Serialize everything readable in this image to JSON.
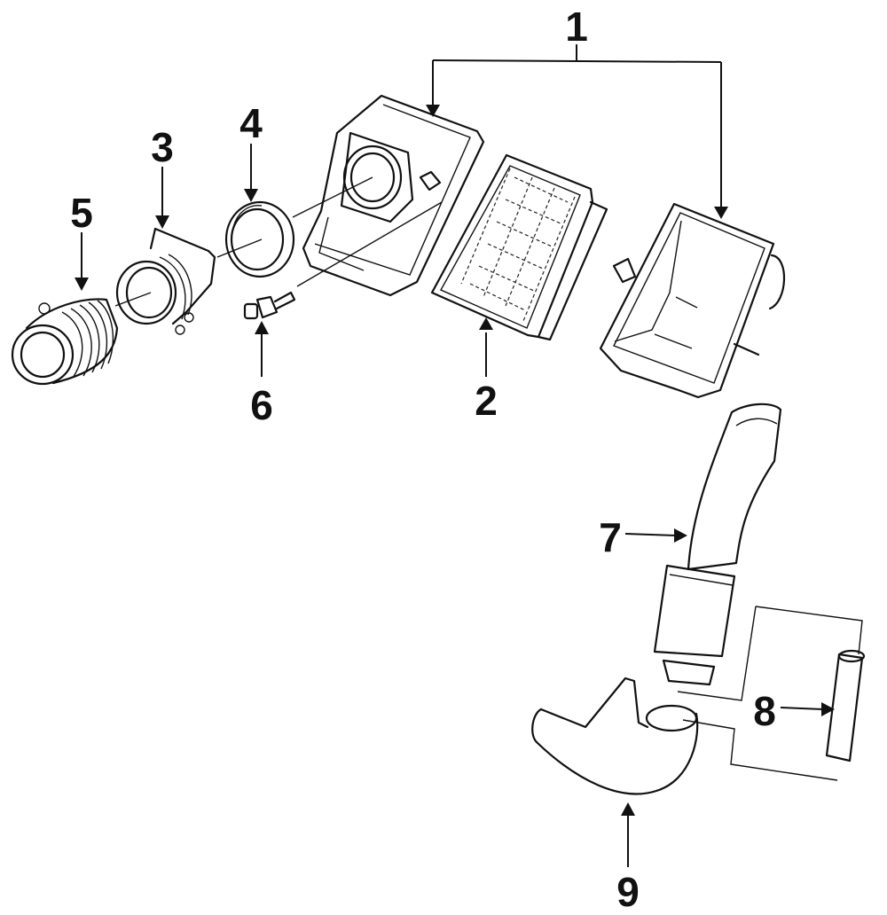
{
  "diagram": {
    "title": "Air intake / air cleaner assembly exploded view",
    "line_color": "#111111",
    "background": "#ffffff",
    "callouts": [
      {
        "id": "1",
        "label": "1",
        "part": "air-cleaner-housing"
      },
      {
        "id": "2",
        "label": "2",
        "part": "air-filter-element"
      },
      {
        "id": "3",
        "label": "3",
        "part": "mass-airflow-sensor"
      },
      {
        "id": "4",
        "label": "4",
        "part": "seal-ring"
      },
      {
        "id": "5",
        "label": "5",
        "part": "intake-duct-bellows"
      },
      {
        "id": "6",
        "label": "6",
        "part": "temperature-sensor"
      },
      {
        "id": "7",
        "label": "7",
        "part": "inlet-duct"
      },
      {
        "id": "8",
        "label": "8",
        "part": "hose"
      },
      {
        "id": "9",
        "label": "9",
        "part": "elbow-duct"
      }
    ]
  }
}
